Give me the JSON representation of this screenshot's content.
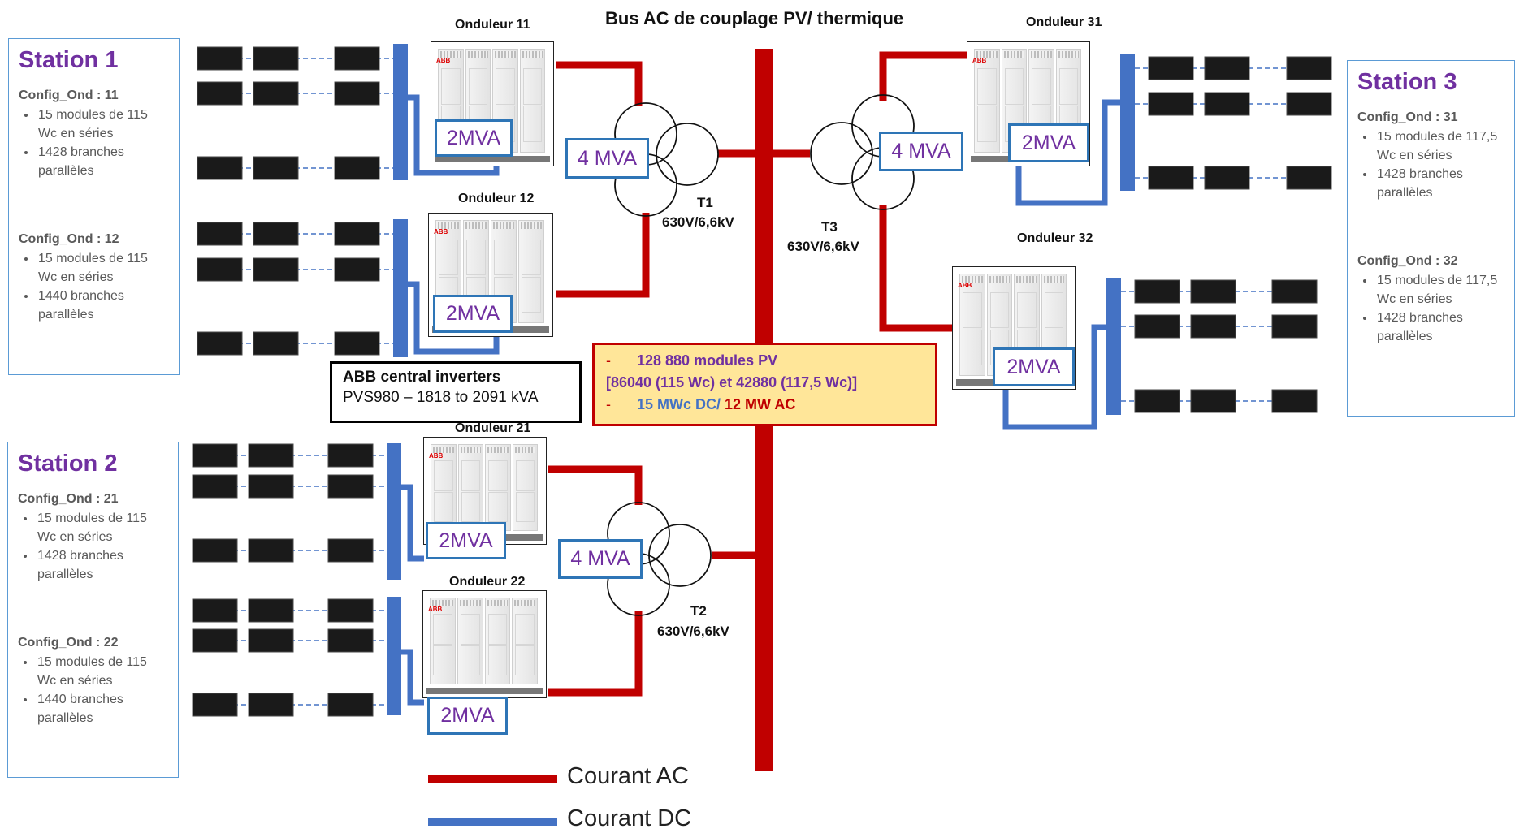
{
  "title": "Bus AC de couplage PV/ thermique",
  "stations": [
    {
      "name": "Station 1",
      "configs": [
        {
          "title": "Config_Ond : 11",
          "items": [
            "15 modules de 115 Wc en séries",
            "1428 branches parallèles"
          ]
        },
        {
          "title": "Config_Ond : 12",
          "items": [
            "15 modules de 115 Wc en séries",
            "1440 branches parallèles"
          ]
        }
      ]
    },
    {
      "name": "Station 2",
      "configs": [
        {
          "title": "Config_Ond : 21",
          "items": [
            "15 modules de 115 Wc en séries",
            "1428 branches parallèles"
          ]
        },
        {
          "title": "Config_Ond : 22",
          "items": [
            "15 modules de 115 Wc en séries",
            "1440 branches parallèles"
          ]
        }
      ]
    },
    {
      "name": "Station 3",
      "configs": [
        {
          "title": "Config_Ond : 31",
          "items": [
            "15 modules de 117,5 Wc en séries",
            "1428 branches parallèles"
          ]
        },
        {
          "title": "Config_Ond : 32",
          "items": [
            "15 modules de 117,5 Wc en séries",
            "1428 branches parallèles"
          ]
        }
      ]
    }
  ],
  "inverters": {
    "ond11": {
      "label": "Onduleur 11",
      "rating": "2MVA"
    },
    "ond12": {
      "label": "Onduleur 12",
      "rating": "2MVA"
    },
    "ond21": {
      "label": "Onduleur 21",
      "rating": "2MVA"
    },
    "ond22": {
      "label": "Onduleur 22",
      "rating": "2MVA"
    },
    "ond31": {
      "label": "Onduleur 31",
      "rating": "2MVA"
    },
    "ond32": {
      "label": "Onduleur 32",
      "rating": "2MVA"
    }
  },
  "transformers": {
    "t1": {
      "name": "T1",
      "voltage": "630V/6,6kV",
      "rating": "4 MVA"
    },
    "t2": {
      "name": "T2",
      "voltage": "630V/6,6kV",
      "rating": "4 MVA"
    },
    "t3": {
      "name": "T3",
      "voltage": "630V/6,6kV",
      "rating": "4 MVA"
    }
  },
  "abb_note": {
    "title": "ABB central inverters",
    "subtitle": "PVS980 – 1818 to 2091 kVA"
  },
  "summary": {
    "bullet": "-",
    "line1": "128 880 modules PV",
    "line2": "[86040 (115 Wc) et 42880 (117,5 Wc)]",
    "line3_dc": "15 MWc DC/",
    "line3_ac": " 12 MW AC"
  },
  "legend": {
    "ac": "Courant AC",
    "dc": "Courant DC"
  },
  "colors": {
    "ac": "#c00000",
    "dc": "#4472c4",
    "station_title": "#7030a0",
    "summary_bg": "#ffe699"
  }
}
